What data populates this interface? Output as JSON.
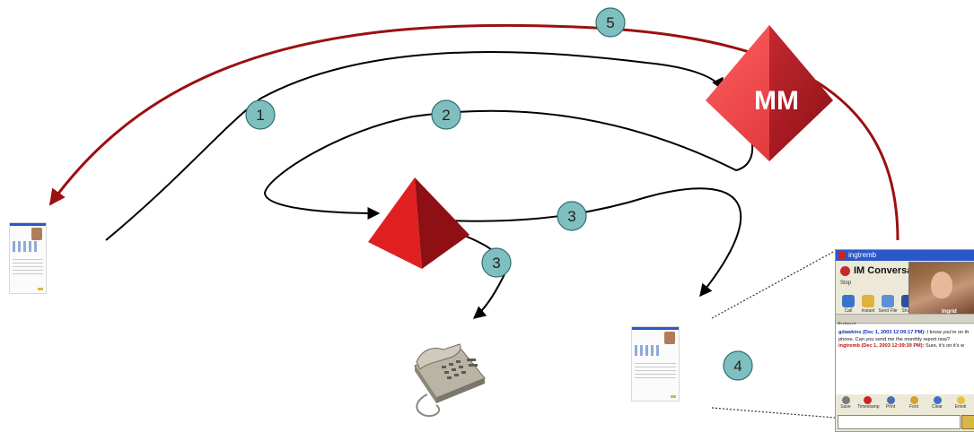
{
  "diagram": {
    "nodes": {
      "media_manager": {
        "label": "MM",
        "color": "#c8161e"
      }
    },
    "steps": [
      {
        "id": "step-1",
        "label": "1"
      },
      {
        "id": "step-2",
        "label": "2"
      },
      {
        "id": "step-3a",
        "label": "3"
      },
      {
        "id": "step-3b",
        "label": "3"
      },
      {
        "id": "step-4",
        "label": "4"
      },
      {
        "id": "step-5",
        "label": "5"
      }
    ],
    "colors": {
      "flow_arrow": "#000000",
      "return_arrow": "#9b1010",
      "step_badge_fill": "#7fbfbf",
      "step_badge_stroke": "#2f6f6f"
    }
  },
  "im_window": {
    "title": "ingtremb",
    "heading": "IM Conversation",
    "stop_label": "Stop",
    "actions": [
      "Call",
      "Instant Message",
      "Send File",
      "Share"
    ],
    "contact_name": "Ingrid",
    "subject_label": "Subject:",
    "messages": [
      {
        "sender": "gdawkins (Dec 1, 2003 12:09:17 PM):",
        "text": "I know you're on th"
      },
      {
        "sender": "",
        "text": "phone. Can you send me the monthly report now?"
      },
      {
        "sender": "ingtremb (Dec 1, 2003 12:09:39 PM):",
        "text": "Sure, it's on it's w"
      }
    ],
    "toolbar": [
      "Save",
      "Timestamp",
      "Print",
      "Font",
      "Clear",
      "Emoti"
    ]
  }
}
